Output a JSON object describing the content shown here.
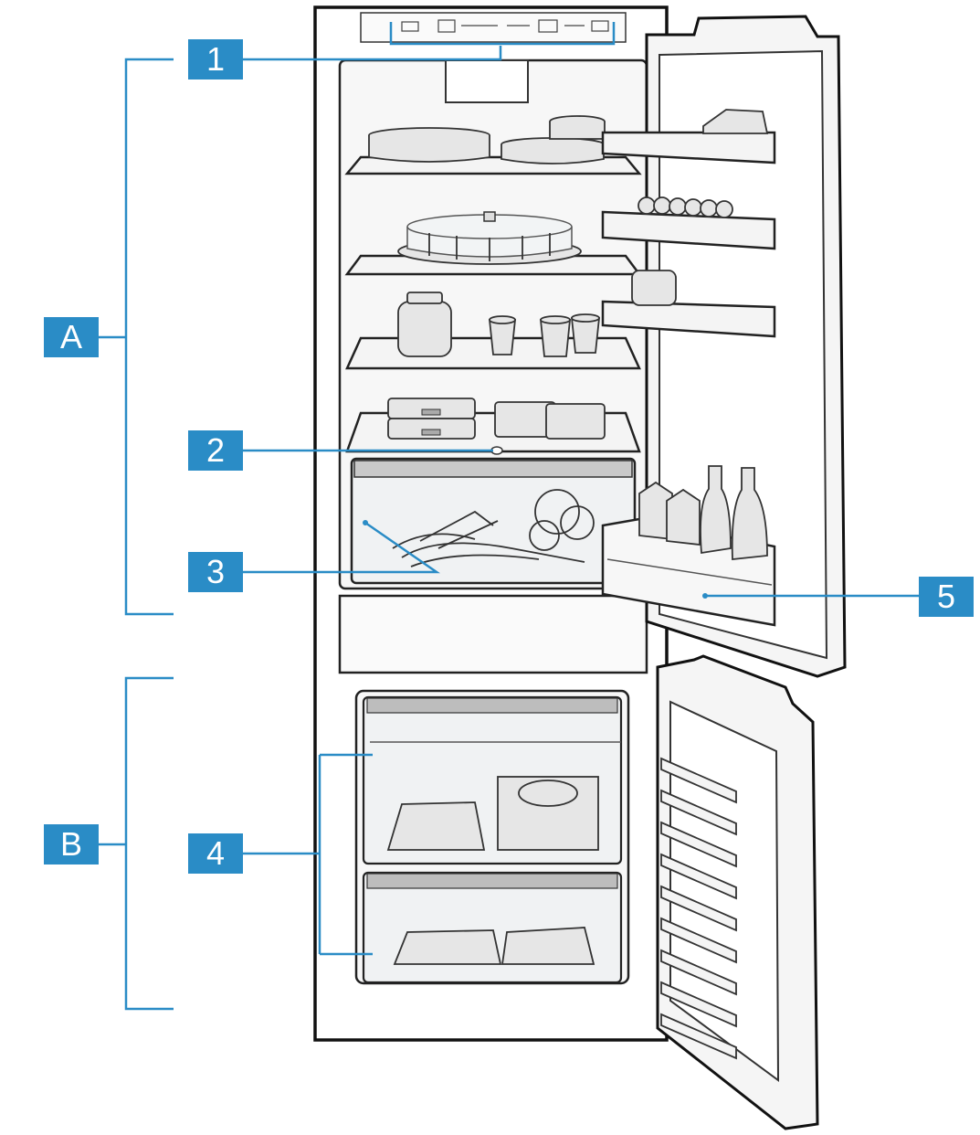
{
  "colors": {
    "accent": "#2a8cc6",
    "line": "#1a1a1a",
    "panel": "#f4f4f4"
  },
  "callouts": {
    "c1": {
      "label": "1"
    },
    "c2": {
      "label": "2"
    },
    "c3": {
      "label": "3"
    },
    "c4": {
      "label": "4"
    },
    "c5": {
      "label": "5"
    }
  },
  "zones": {
    "a": {
      "label": "A"
    },
    "b": {
      "label": "B"
    }
  }
}
